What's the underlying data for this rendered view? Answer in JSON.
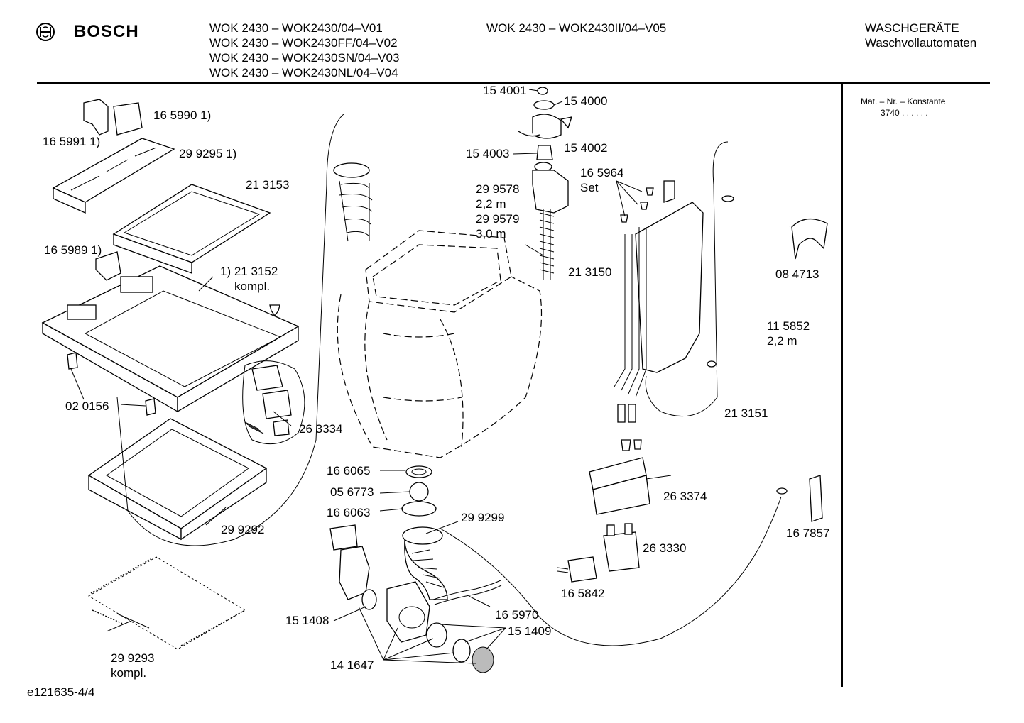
{
  "header": {
    "brand": "BOSCH",
    "models_left": [
      "WOK 2430 – WOK2430/04–V01",
      "WOK 2430 – WOK2430FF/04–V02",
      "WOK 2430 – WOK2430SN/04–V03",
      "WOK 2430 – WOK2430NL/04–V04"
    ],
    "models_right": [
      "WOK 2430 – WOK2430II/04–V05"
    ],
    "category_line1": "WASCHGERÄTE",
    "category_line2": "Waschvollautomaten"
  },
  "sidebar": {
    "title": "Mat. – Nr. – Konstante",
    "value": "3740  .  .  .  .  .  ."
  },
  "footer": {
    "doc_id": "e121635-4/4"
  },
  "parts": {
    "p165990": "16 5990 1)",
    "p165991": "16 5991 1)",
    "p299295": "29 9295 1)",
    "p213153": "21 3153",
    "p165989": "16 5989 1)",
    "p213152a": "1) 21 3152",
    "p213152b": "kompl.",
    "p020156": "02 0156",
    "p263334": "26 3334",
    "p299292": "29 9292",
    "p299293a": "29 9293",
    "p299293b": "kompl.",
    "p154001": "15 4001",
    "p154000": "15 4000",
    "p154003": "15 4003",
    "p154002": "15 4002",
    "p299578": "29 9578",
    "p299578len": "2,2 m",
    "p299579": "29 9579",
    "p299579len": "3,0 m",
    "p165964": "16 5964",
    "p165964set": "Set",
    "p213150": "21 3150",
    "p084713": "08 4713",
    "p115852": "11 5852",
    "p115852len": "2,2 m",
    "p213151": "21 3151",
    "p166065": "16 6065",
    "p056773": "05 6773",
    "p166063": "16 6063",
    "p299299": "29 9299",
    "p263374": "26 3374",
    "p167857": "16 7857",
    "p263330": "26 3330",
    "p165842": "16 5842",
    "p165970": "16 5970",
    "p151408": "15 1408",
    "p151409": "15 1409",
    "p141647": "14 1647"
  }
}
